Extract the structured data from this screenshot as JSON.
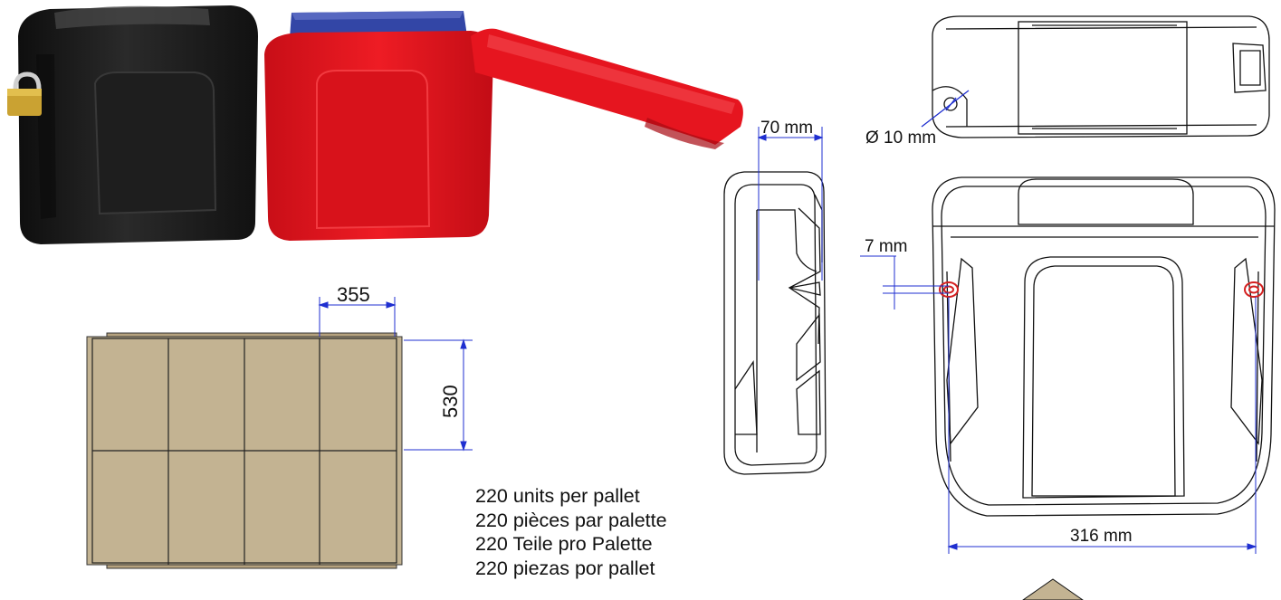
{
  "dimensions": {
    "width_mm": "316 mm",
    "depth_mm": "70 mm",
    "hole_diameter": "Ø 10 mm",
    "hole_gap": "7 mm",
    "pallet_unit_width": "355",
    "pallet_unit_height": "530"
  },
  "pallet_info": [
    "220 units per pallet",
    "220 pièces par palette",
    "220 Teile pro Palette",
    "220 piezas por pallet"
  ],
  "colors": {
    "box_black": "#1b1b1b",
    "box_red": "#e3141e",
    "lid_blue": "#3346a6",
    "pallet_tan": "#c3b392",
    "dimension_blue": "#1f2fd0",
    "hole_red": "#d42020"
  }
}
